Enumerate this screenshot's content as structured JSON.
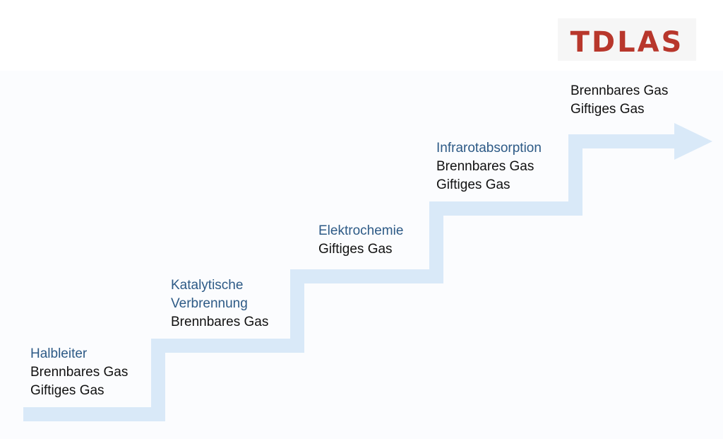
{
  "logo": {
    "text": "TDLAS",
    "color": "#b8372c"
  },
  "colors": {
    "staircase": "#d9e9f8",
    "method_text": "#2d5a86",
    "gas_text": "#111111"
  },
  "steps": [
    {
      "method_lines": [
        "Halbleiter"
      ],
      "gases": [
        "Brennbares Gas",
        "Giftiges Gas"
      ]
    },
    {
      "method_lines": [
        "Katalytische",
        "Verbrennung"
      ],
      "gases": [
        "Brennbares Gas"
      ]
    },
    {
      "method_lines": [
        "Elektrochemie"
      ],
      "gases": [
        "Giftiges Gas"
      ]
    },
    {
      "method_lines": [
        "Infrarotabsorption"
      ],
      "gases": [
        "Brennbares Gas",
        "Giftiges Gas"
      ]
    },
    {
      "method_lines": [],
      "gases": [
        "Brennbares Gas",
        "Giftiges Gas"
      ]
    }
  ]
}
